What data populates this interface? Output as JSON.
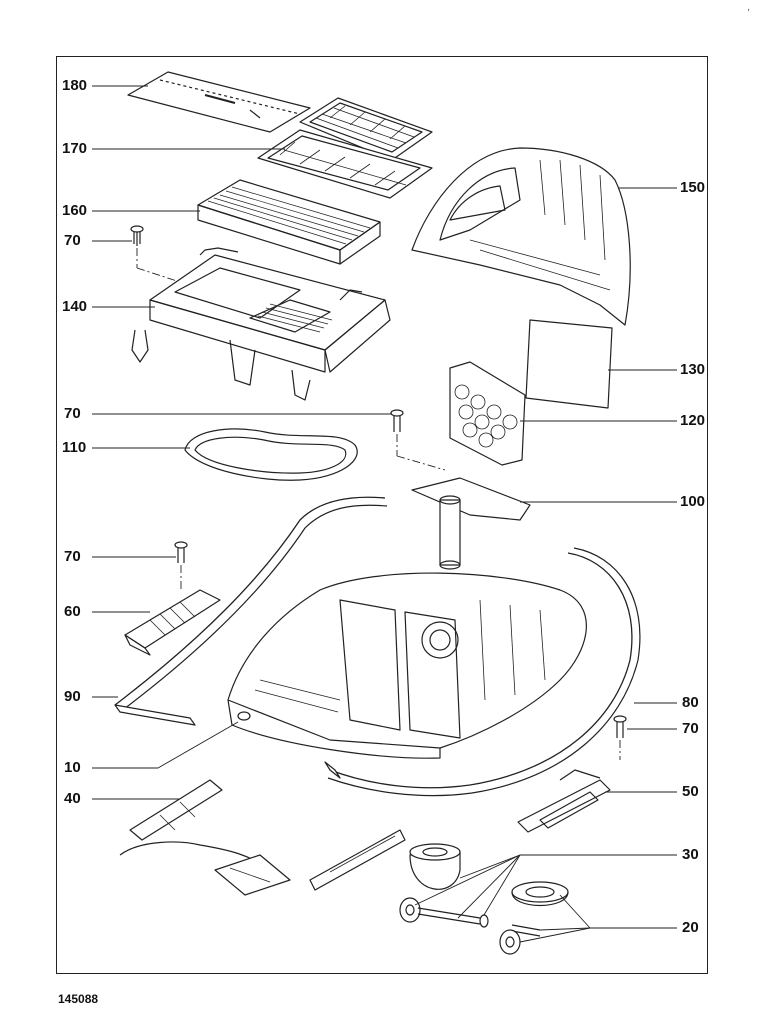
{
  "document_id": "145088",
  "corner_mark": ",",
  "colors": {
    "line": "#222222",
    "background": "#ffffff"
  },
  "part_numbers": {
    "p180": "180",
    "p170": "170",
    "p160": "160",
    "p70a": "70",
    "p140": "140",
    "p70b": "70",
    "p110": "110",
    "p70c": "70",
    "p60": "60",
    "p90": "90",
    "p10": "10",
    "p40": "40",
    "p150": "150",
    "p130": "130",
    "p120": "120",
    "p100": "100",
    "p80": "80",
    "p70d": "70",
    "p50": "50",
    "p30": "30",
    "p20": "20"
  }
}
